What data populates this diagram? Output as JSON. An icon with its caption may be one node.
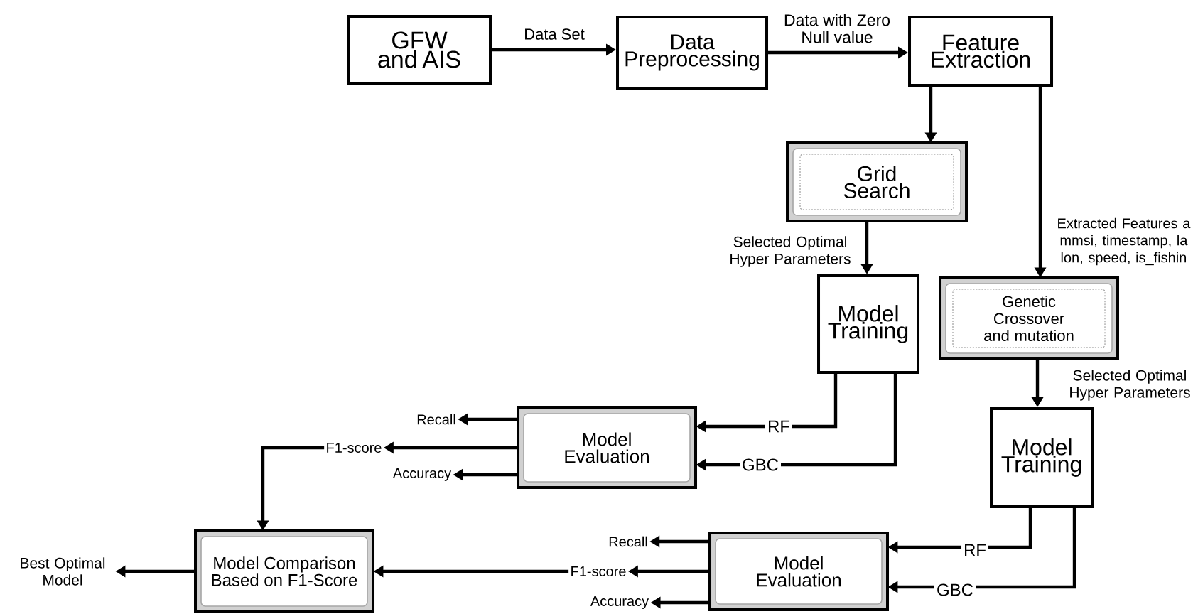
{
  "diagram": {
    "nodes": [
      {
        "text": [
          "GFW and AIS"
        ]
      },
      {
        "text": [
          "Data Preprocessing"
        ]
      },
      {
        "text": [
          "Feature Extraction"
        ]
      },
      {
        "text": [
          "Grid Search"
        ]
      },
      {
        "text": [
          "Model Training"
        ]
      },
      {
        "text": [
          "Genetic Crossover and mutation"
        ]
      },
      {
        "text": [
          "Model Evaluation"
        ]
      },
      {
        "text": [
          "Model Training"
        ]
      },
      {
        "text": [
          "Recall"
        ]
      },
      {
        "text": [
          "F1-score"
        ]
      },
      {
        "text": [
          "Accuracy"
        ]
      },
      {
        "text": [
          "Model Comparison Based on F1-Score"
        ]
      },
      {
        "text": [
          "Model Evaluation"
        ]
      },
      {
        "text": [
          "Recall"
        ]
      },
      {
        "text": [
          "F1-score"
        ]
      },
      {
        "text": [
          "Accuracy"
        ]
      },
      {
        "text": [
          "Best Optimal Model"
        ]
      }
    ],
    "edges": [
      {
        "from": 0,
        "to": 1,
        "arrow": "to",
        "label": "Data Set"
      },
      {
        "from": 1,
        "to": 2,
        "arrow": "to",
        "label": "Data with Zero Null value"
      },
      {
        "from": 2,
        "to": 3,
        "arrow": "to"
      },
      {
        "from": 2,
        "to": 5,
        "arrow": "to",
        "label": "Extracted Features a mmsi, timestamp, la lon, speed, is_fishin"
      },
      {
        "from": 3,
        "to": 4,
        "arrow": "to",
        "label": "Selected Optimal Hyper Parameters"
      },
      {
        "from": 5,
        "to": 7,
        "arrow": "to",
        "label": "Selected Optimal Hyper Parameters"
      },
      {
        "from": 4,
        "to": 6,
        "arrow": "to",
        "label": "RF"
      },
      {
        "from": 4,
        "to": 6,
        "arrow": "to",
        "label": "GBC"
      },
      {
        "from": 6,
        "to": 8,
        "arrow": "to"
      },
      {
        "from": 6,
        "to": 9,
        "arrow": "to"
      },
      {
        "from": 6,
        "to": 10,
        "arrow": "to"
      },
      {
        "from": 9,
        "to": 11,
        "arrow": "to"
      },
      {
        "from": 7,
        "to": 12,
        "arrow": "to",
        "label": "RF"
      },
      {
        "from": 7,
        "to": 12,
        "arrow": "to",
        "label": "GBC"
      },
      {
        "from": 12,
        "to": 13,
        "arrow": "to"
      },
      {
        "from": 12,
        "to": 14,
        "arrow": "to"
      },
      {
        "from": 12,
        "to": 15,
        "arrow": "to"
      },
      {
        "from": 14,
        "to": 11,
        "arrow": "to"
      },
      {
        "from": 11,
        "to": 16,
        "arrow": "to"
      }
    ]
  }
}
